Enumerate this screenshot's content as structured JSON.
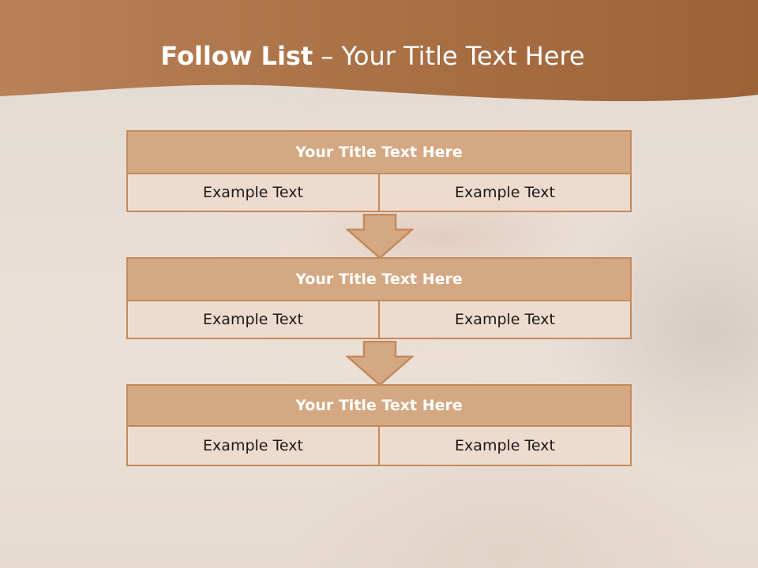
{
  "slide": {
    "title_bold": "Follow List",
    "title_rest": " – Your Title Text Here"
  },
  "blocks": [
    {
      "title": "Your Title Text Here",
      "left": "Example Text",
      "right": "Example Text"
    },
    {
      "title": "Your Title Text Here",
      "left": "Example Text",
      "right": "Example Text"
    },
    {
      "title": "Your Title Text Here",
      "left": "Example Text",
      "right": "Example Text"
    }
  ],
  "colors": {
    "header": "#a66a3e",
    "block_title_fill": "#d4a882",
    "block_border": "#c48a5c",
    "cell_fill": "#eedace"
  }
}
